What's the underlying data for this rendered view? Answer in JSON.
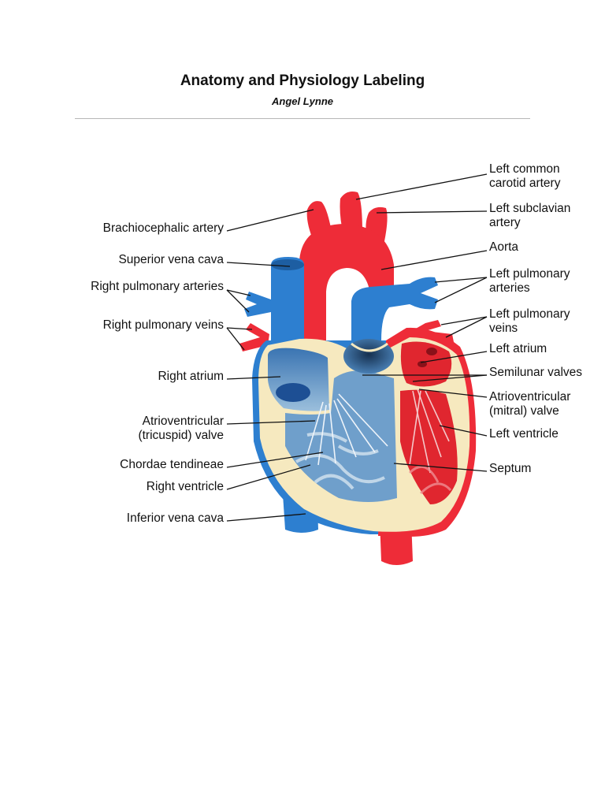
{
  "title": "Anatomy and Physiology Labeling",
  "author": "Angel Lynne",
  "labels": {
    "left_common_carotid_1": "Left common",
    "left_common_carotid_2": "carotid artery",
    "left_subclavian_1": "Left subclavian",
    "left_subclavian_2": "artery",
    "aorta": "Aorta",
    "left_pulm_arteries_1": "Left pulmonary",
    "left_pulm_arteries_2": "arteries",
    "left_pulm_veins_1": "Left pulmonary",
    "left_pulm_veins_2": "veins",
    "left_atrium": "Left atrium",
    "semilunar_valves": "Semilunar valves",
    "av_mitral_1": "Atrioventricular",
    "av_mitral_2": "(mitral) valve",
    "left_ventricle": "Left ventricle",
    "septum": "Septum",
    "brachiocephalic": "Brachiocephalic artery",
    "superior_vena_cava": "Superior vena cava",
    "right_pulm_arteries": "Right pulmonary arteries",
    "right_pulm_veins": "Right pulmonary veins",
    "right_atrium": "Right atrium",
    "av_tricuspid_1": "Atrioventricular",
    "av_tricuspid_2": "(tricuspid) valve",
    "chordae": "Chordae tendineae",
    "right_ventricle": "Right ventricle",
    "inferior_vena_cava": "Inferior vena cava"
  },
  "colors": {
    "oxygenated": "#ee2c38",
    "deoxygenated": "#2d7fd0",
    "wall": "#f6e9bf",
    "chamber_right": "#6f9fcb",
    "valve_dark": "#102238"
  }
}
